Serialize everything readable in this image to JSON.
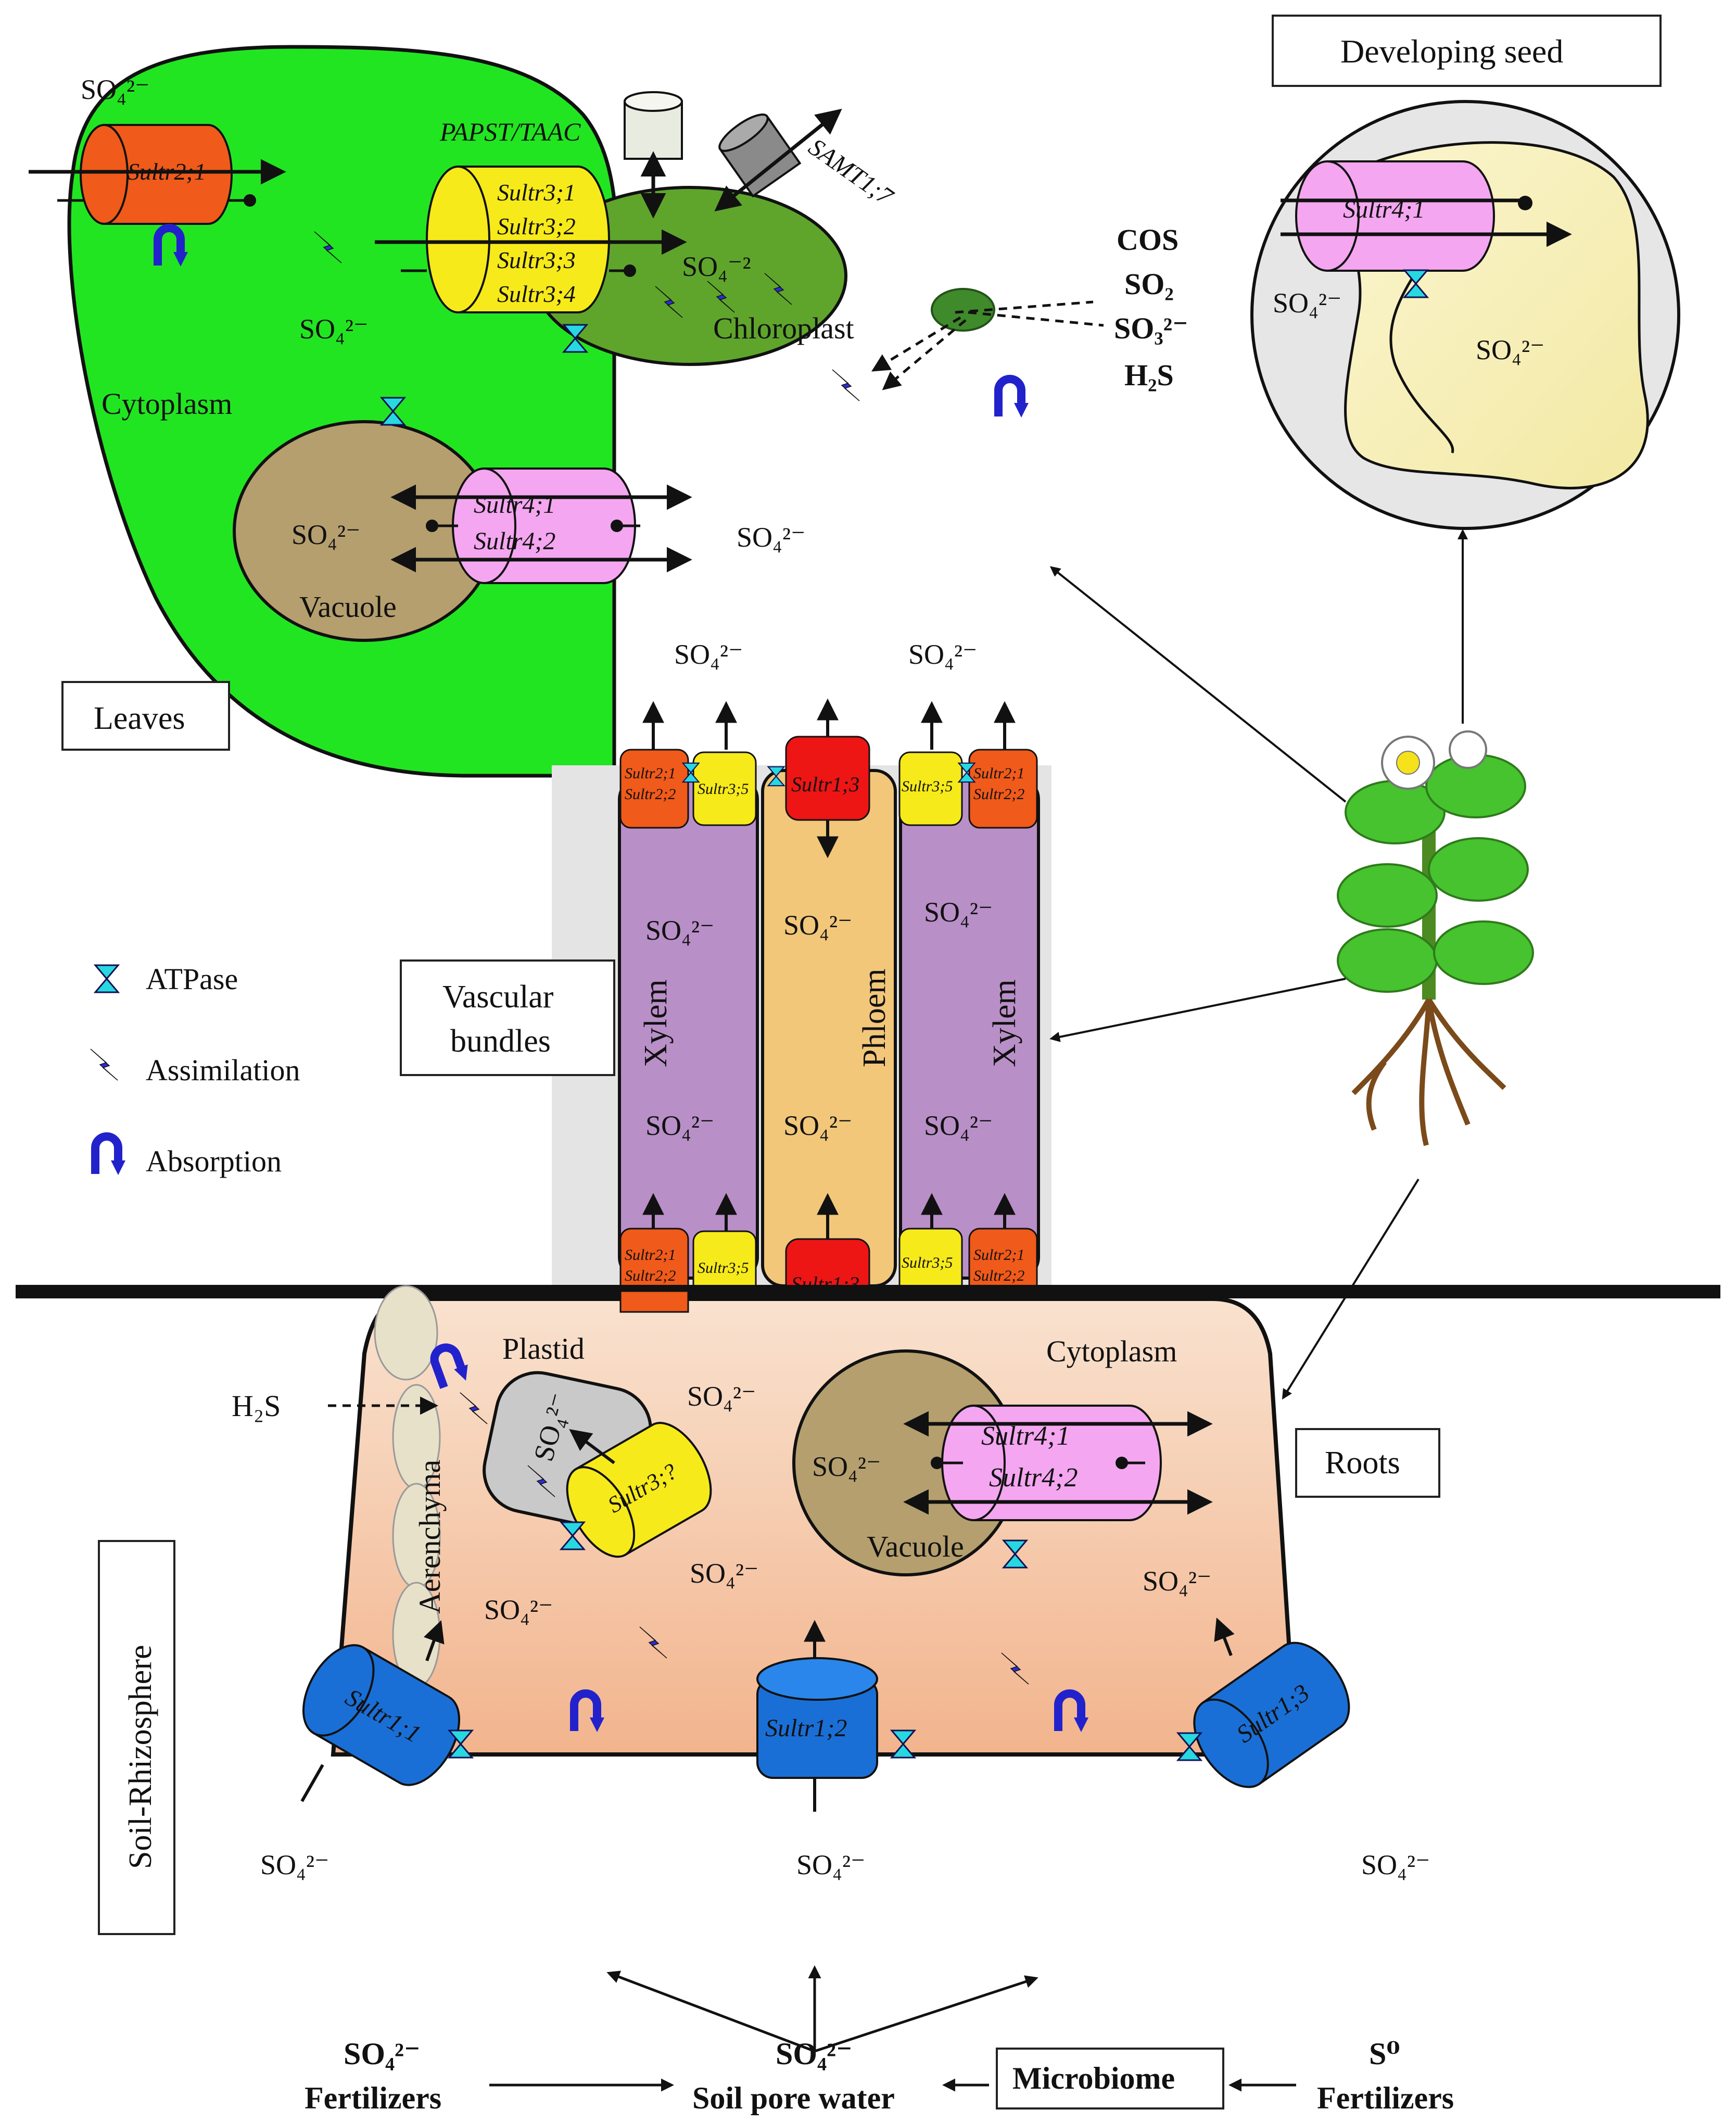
{
  "colors": {
    "leaf": "#22e522",
    "root": "#f6c9a8",
    "xylem": "#b98fc8",
    "phloem": "#f2c77a",
    "sultr2": "#f05a1a",
    "sultr3": "#f7ea1a",
    "sultr4": "#f4a6f0",
    "sultr1_3": "#ee1515",
    "sultr1": "#1a6fd6",
    "atpase": "#28d8e0",
    "assimilation": "#2b2bd6",
    "absorption": "#2222cc"
  },
  "leaves": {
    "label": "Leaves",
    "cytoplasm": "Cytoplasm",
    "vacuole": "Vacuole",
    "chloroplast": "Chloroplast",
    "so4_chloroplast": "SO₄⁻²",
    "sultr2_1": "Sultr2;1",
    "sultr3": [
      "Sultr3;1",
      "Sultr3;2",
      "Sultr3;3",
      "Sultr3;4"
    ],
    "sultr4": [
      "Sultr4;1",
      "Sultr4;2"
    ],
    "papst": "PAPST/TAAC",
    "samt": "SAMT1;7",
    "gases": [
      "COS",
      "SO₂",
      "SO₃²⁻",
      "H₂S"
    ]
  },
  "seed": {
    "label": "Developing seed",
    "sultr": "Sultr4;1"
  },
  "vascular": {
    "label_line1": "Vascular",
    "label_line2": "bundles",
    "xylem": "Xylem",
    "phloem": "Phloem",
    "top_left_stack": [
      "Sultr2;1",
      "Sultr2;2"
    ],
    "top_mid_left": "Sultr3;5",
    "top_center": "Sultr1;3",
    "top_mid_right": "Sultr3;5",
    "top_right_stack": [
      "Sultr2;1",
      "Sultr2;2"
    ]
  },
  "legend": {
    "atpase": "ATPase",
    "assimilation": "Assimilation",
    "absorption": "Absorption"
  },
  "roots": {
    "label": "Roots",
    "plastid": "Plastid",
    "cytoplasm": "Cytoplasm",
    "vacuole": "Vacuole",
    "aerenchyma": "Aerenchyma",
    "h2s": "H₂S",
    "plastid_so4": "SO₄²⁻",
    "plastid_sultr": "Sultr3;?",
    "sultr4": [
      "Sultr4;1",
      "Sultr4;2"
    ],
    "sultr1_1": "Sultr1;1",
    "sultr1_2": "Sultr1;2",
    "sultr1_3": "Sultr1;3"
  },
  "soil": {
    "label": "Soil-Rhizosphere",
    "so4_fert_line1": "SO₄²⁻",
    "so4_fert_line2": "Fertilizers",
    "pore_line1": "SO₄²⁻",
    "pore_line2": "Soil pore water",
    "microbiome": "Microbiome",
    "s0_line1": "S⁰",
    "s0_line2": "Fertilizers"
  },
  "sulfate": "SO₄²⁻"
}
